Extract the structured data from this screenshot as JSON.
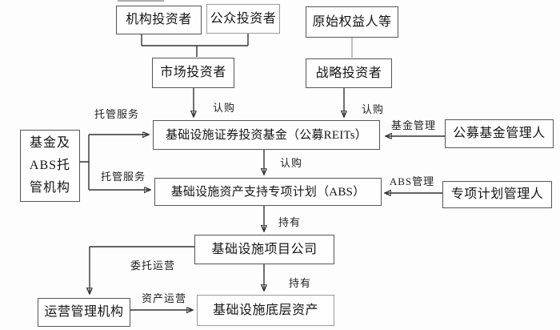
{
  "diagram": {
    "nodes": {
      "institutional_investors": "机构投资者",
      "public_investors": "公众投资者",
      "original_equity_holders": "原始权益人等",
      "market_investors": "市场投资者",
      "strategic_investors": "战略投资者",
      "reits_fund": "基础设施证券投资基金（公募REITs）",
      "public_fund_manager": "公募基金管理人",
      "fund_abs_custodian": "基金及\nABS托\n管机构",
      "abs_plan": "基础设施资产支持专项计划（ABS）",
      "special_plan_manager": "专项计划管理人",
      "project_company": "基础设施项目公司",
      "operation_manager": "运营管理机构",
      "underlying_assets": "基础设施底层资产"
    },
    "edge_labels": {
      "custody_service_top": "托管服务",
      "custody_service_bottom": "托管服务",
      "subscribe_market": "认购",
      "subscribe_strategic": "认购",
      "fund_management": "基金管理",
      "subscribe_abs": "认购",
      "abs_management": "ABS管理",
      "hold_top": "持有",
      "entrusted_operation": "委托运营",
      "hold_bottom": "持有",
      "asset_operation": "资产运营"
    }
  }
}
